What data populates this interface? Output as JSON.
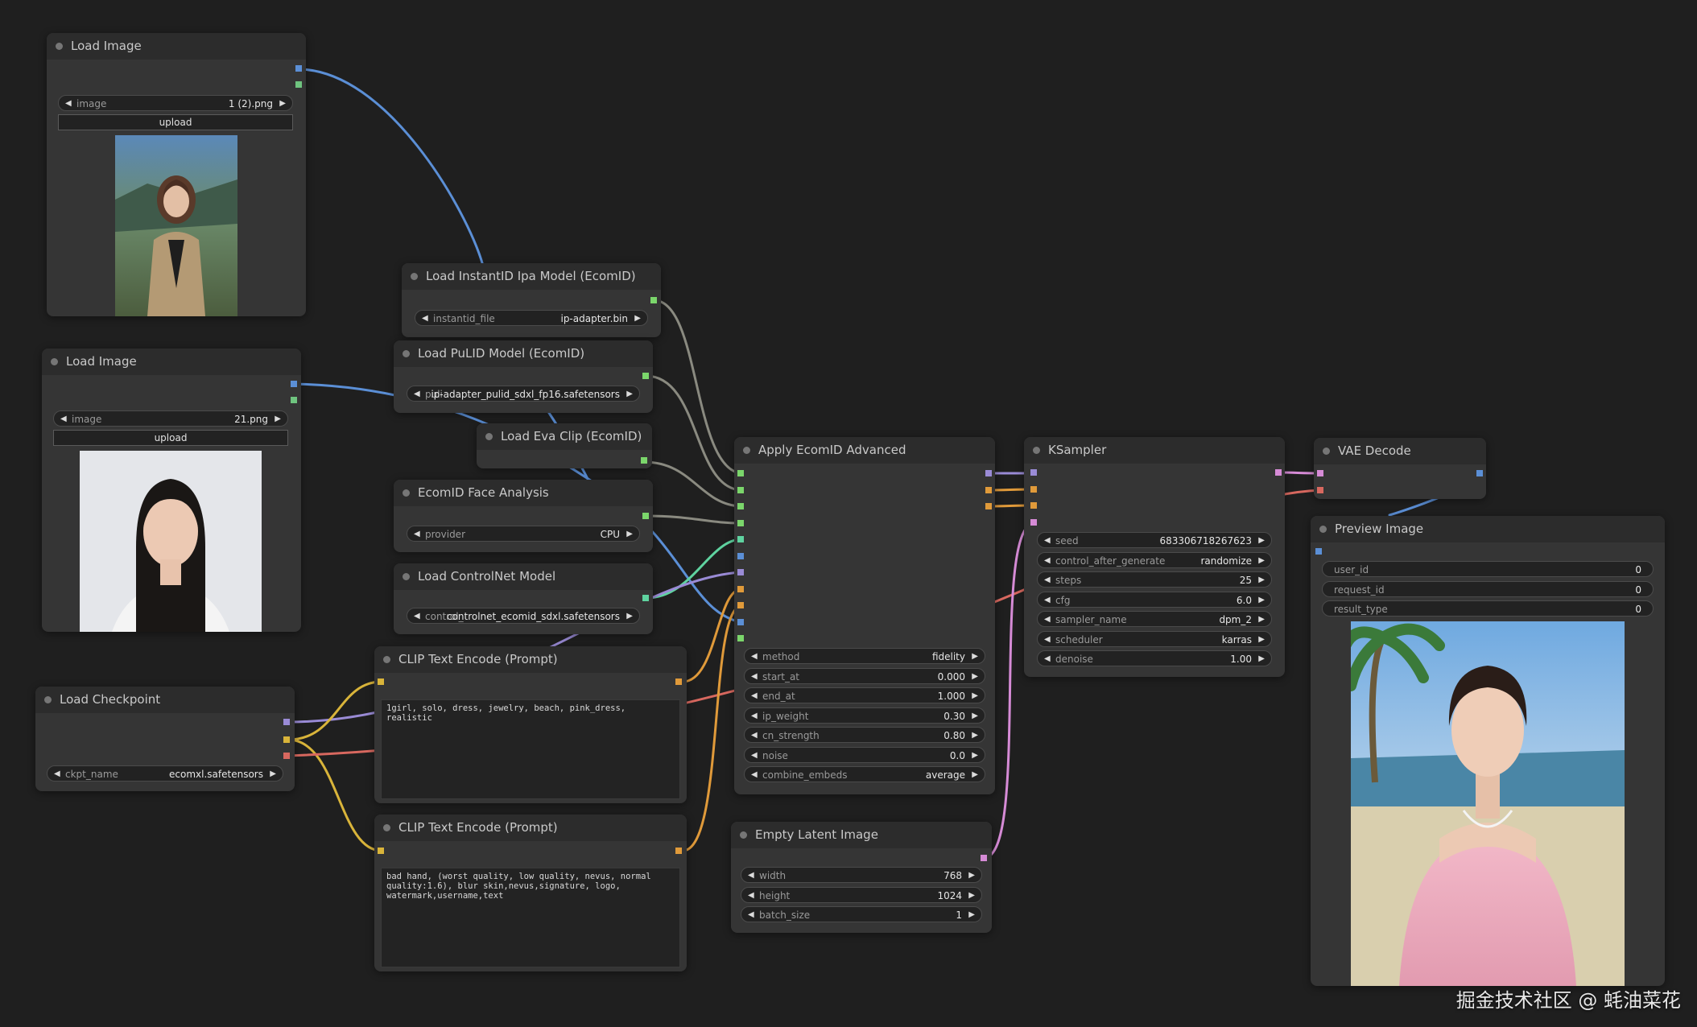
{
  "nodes": {
    "load_image_1": {
      "title": "Load Image",
      "image_label": "image",
      "image_value": "1 (2).png",
      "upload_label": "upload"
    },
    "load_image_2": {
      "title": "Load Image",
      "image_label": "image",
      "image_value": "21.png",
      "upload_label": "upload"
    },
    "load_instantid": {
      "title": "Load InstantID Ipa Model (EcomID)",
      "file_label": "instantid_file",
      "file_value": "ip-adapter.bin"
    },
    "load_pulid": {
      "title": "Load PuLID Model (EcomID)",
      "file_label": "puli",
      "file_value": "ip-adapter_pulid_sdxl_fp16.safetensors"
    },
    "load_eva_clip": {
      "title": "Load Eva Clip (EcomID)"
    },
    "face_analysis": {
      "title": "EcomID Face Analysis",
      "provider_label": "provider",
      "provider_value": "CPU"
    },
    "load_controlnet": {
      "title": "Load ControlNet Model",
      "control_label": "control_",
      "control_value": "controlnet_ecomid_sdxl.safetensors"
    },
    "load_checkpoint": {
      "title": "Load Checkpoint",
      "ckpt_label": "ckpt_name",
      "ckpt_value": "ecomxl.safetensors"
    },
    "clip_positive": {
      "title": "CLIP Text Encode (Prompt)",
      "text": "1girl, solo, dress, jewelry, beach, pink_dress, realistic"
    },
    "clip_negative": {
      "title": "CLIP Text Encode (Prompt)",
      "text": "bad hand, (worst quality, low quality, nevus, normal quality:1.6), blur skin,nevus,signature, logo, watermark,username,text"
    },
    "apply_ecomid": {
      "title": "Apply EcomID Advanced",
      "widgets": [
        {
          "label": "method",
          "value": "fidelity"
        },
        {
          "label": "start_at",
          "value": "0.000"
        },
        {
          "label": "end_at",
          "value": "1.000"
        },
        {
          "label": "ip_weight",
          "value": "0.30"
        },
        {
          "label": "cn_strength",
          "value": "0.80"
        },
        {
          "label": "noise",
          "value": "0.0"
        },
        {
          "label": "combine_embeds",
          "value": "average"
        }
      ]
    },
    "empty_latent": {
      "title": "Empty Latent Image",
      "widgets": [
        {
          "label": "width",
          "value": "768"
        },
        {
          "label": "height",
          "value": "1024"
        },
        {
          "label": "batch_size",
          "value": "1"
        }
      ]
    },
    "ksampler": {
      "title": "KSampler",
      "widgets": [
        {
          "label": "seed",
          "value": "683306718267623"
        },
        {
          "label": "control_after_generate",
          "value": "randomize"
        },
        {
          "label": "steps",
          "value": "25"
        },
        {
          "label": "cfg",
          "value": "6.0"
        },
        {
          "label": "sampler_name",
          "value": "dpm_2"
        },
        {
          "label": "scheduler",
          "value": "karras"
        },
        {
          "label": "denoise",
          "value": "1.00"
        }
      ]
    },
    "vae_decode": {
      "title": "VAE Decode"
    },
    "preview_image": {
      "title": "Preview Image",
      "widgets": [
        {
          "label": "user_id",
          "value": "0"
        },
        {
          "label": "request_id",
          "value": "0"
        },
        {
          "label": "result_type",
          "value": "0"
        }
      ]
    }
  },
  "watermark": "掘金技术社区 @ 蚝油菜花",
  "colors": {
    "background": "#1f1f1f",
    "node_body": "#353535",
    "node_title": "#2c2c2c",
    "wire_blue": "#5b8fd6",
    "wire_grey": "#8a8a80",
    "wire_green": "#5fd3a0",
    "wire_purple": "#9a8bd6",
    "wire_yellow": "#d9b43a",
    "wire_orange": "#e09a3a",
    "wire_red": "#d8685f",
    "wire_pink": "#d68bd6"
  }
}
